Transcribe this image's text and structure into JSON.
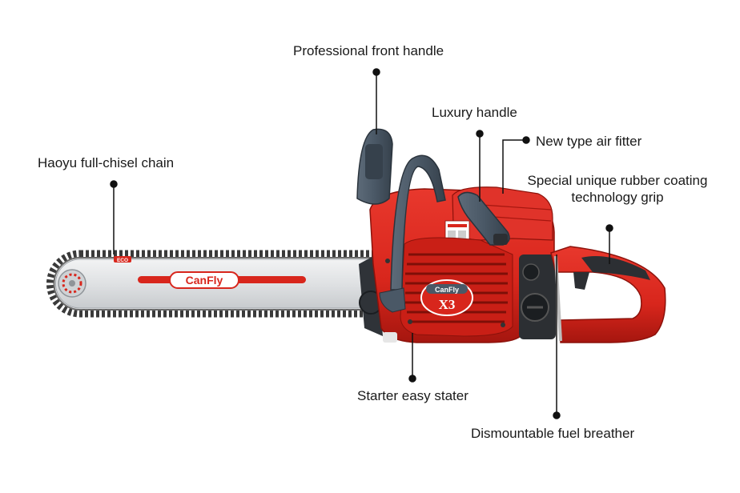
{
  "callouts": {
    "front_handle": "Professional front handle",
    "chain": "Haoyu full-chisel chain",
    "luxury_handle": "Luxury handle",
    "air_filter": "New type air fitter",
    "grip_line1": "Special unique rubber coating",
    "grip_line2": "technology grip",
    "starter": "Starter easy stater",
    "fuel_breather": "Dismountable fuel breather"
  },
  "product": {
    "brand": "CanFly",
    "model": "X3",
    "bar_badge": "ECO"
  },
  "colors": {
    "body_red": "#d8261c",
    "body_dark_red": "#a5160f",
    "handle_slate": "#4a5866",
    "bar_silver": "#dfe1e3",
    "chain_dark": "#3a3a3a",
    "leader_black": "#111111"
  }
}
